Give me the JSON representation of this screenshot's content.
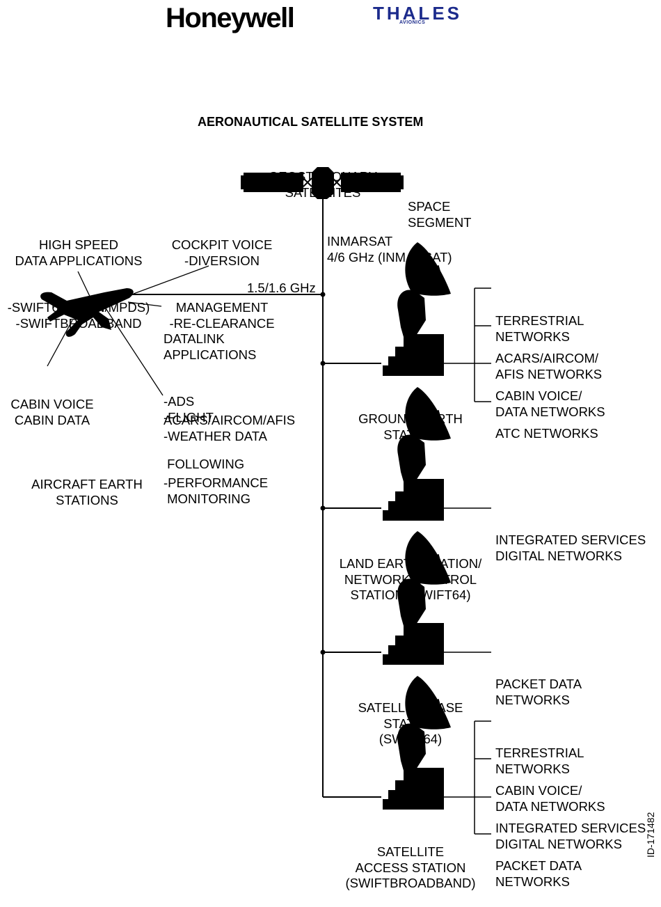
{
  "logos": {
    "honeywell": "Honeywell",
    "thales": "THALES",
    "thales_sub": "AVIONICS"
  },
  "title": "AERONAUTICAL SATELLITE SYSTEM",
  "space": {
    "satellites_label": [
      "GEOSTATIONARY",
      "SATELLITES"
    ],
    "segment_label": [
      "SPACE",
      "SEGMENT"
    ],
    "link_label": [
      "INMARSAT",
      "4/6 GHz (INMARSAT)"
    ]
  },
  "aircraft": {
    "link_label": "1.5/1.6 GHz",
    "high_speed": [
      "HIGH SPEED",
      "DATA APPLICATIONS",
      "-SWIFT64 (ISDN/MPDS)",
      "-SWIFTBROADBAND"
    ],
    "cockpit_voice": [
      "COCKPIT VOICE",
      "-DIVERSION",
      "MANAGEMENT",
      "-RE-CLEARANCE"
    ],
    "datalink": [
      "DATALINK",
      "APPLICATIONS",
      "-ADS",
      "-FLIGHT",
      " FOLLOWING"
    ],
    "acars": [
      "ACARS/AIRCOM/AFIS",
      "-WEATHER DATA",
      "-PERFORMANCE",
      " MONITORING"
    ],
    "cabin": [
      "CABIN VOICE",
      "CABIN DATA"
    ],
    "earth_stations": [
      "AIRCRAFT EARTH",
      "STATIONS"
    ]
  },
  "stations": [
    {
      "name": [
        "GROUND EARTH",
        "STATION"
      ],
      "networks": [
        [
          "TERRESTRIAL",
          "NETWORKS"
        ],
        [
          "ACARS/AIRCOM/",
          "AFIS NETWORKS"
        ],
        [
          "CABIN VOICE/",
          "DATA NETWORKS"
        ],
        [
          "ATC NETWORKS"
        ]
      ]
    },
    {
      "name": [
        "LAND EARTH STATION/",
        "NETWORK CONTROL",
        "STATION (SWIFT64)"
      ],
      "networks": [
        [
          "INTEGRATED SERVICES",
          "DIGITAL NETWORKS"
        ]
      ]
    },
    {
      "name": [
        "SATELLITE BASE",
        "STATION",
        "(SWIFT64)"
      ],
      "networks": [
        [
          "PACKET DATA",
          "NETWORKS"
        ]
      ]
    },
    {
      "name": [
        "SATELLITE",
        "ACCESS STATION",
        "(SWIFTBROADBAND)"
      ],
      "networks": [
        [
          "TERRESTRIAL",
          "NETWORKS"
        ],
        [
          "CABIN VOICE/",
          "DATA NETWORKS"
        ],
        [
          "INTEGRATED SERVICES",
          "DIGITAL NETWORKS"
        ],
        [
          "PACKET DATA",
          "NETWORKS"
        ]
      ]
    }
  ],
  "figure_id": "ID-171482"
}
